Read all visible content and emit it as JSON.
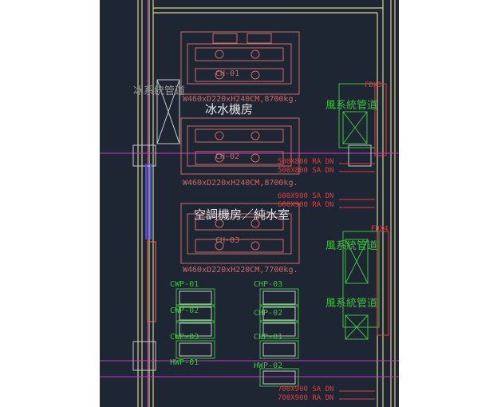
{
  "colors": {
    "background": "#1f2633",
    "equipment": "#c96a6a",
    "wall": "#d9d18a",
    "duct": "#3fbf3f",
    "annotation": "#e23b3b",
    "magenta": "#cc33cc",
    "text": "#e6e6e6",
    "gray_text": "#9a9a9a"
  },
  "rooms": {
    "chiller_room": "冰水機房",
    "ac_room": "空調機房／純水室",
    "ice_shaft": "冰系統管道",
    "air_shaft_1": "風系統管道",
    "air_shaft_2": "風系統管道",
    "air_shaft_3": "風系統管道"
  },
  "chillers": [
    {
      "tag": "CH-01",
      "spec": "W460xD220xH240CM,8700kg."
    },
    {
      "tag": "CH-02",
      "spec": "W460xD220xH240CM,8700kg."
    },
    {
      "tag": "CH-03",
      "spec": "W460xD220xH220CM,7700kg."
    }
  ],
  "pumps_left": [
    "CWP-01",
    "CWP-02",
    "CWP-03",
    "HWP-01"
  ],
  "pumps_right": [
    "CHP-03",
    "CHP-02",
    "CHP-01",
    "HWP-02"
  ],
  "duct_notes": [
    "500X800 RA DN",
    "500X800 SA DN",
    "600X900 SA DN",
    "600X900 RA DN",
    "700X900 SA DN",
    "700X900 RA DN"
  ],
  "shaft_tags": [
    "FDX3",
    "FDX4"
  ]
}
